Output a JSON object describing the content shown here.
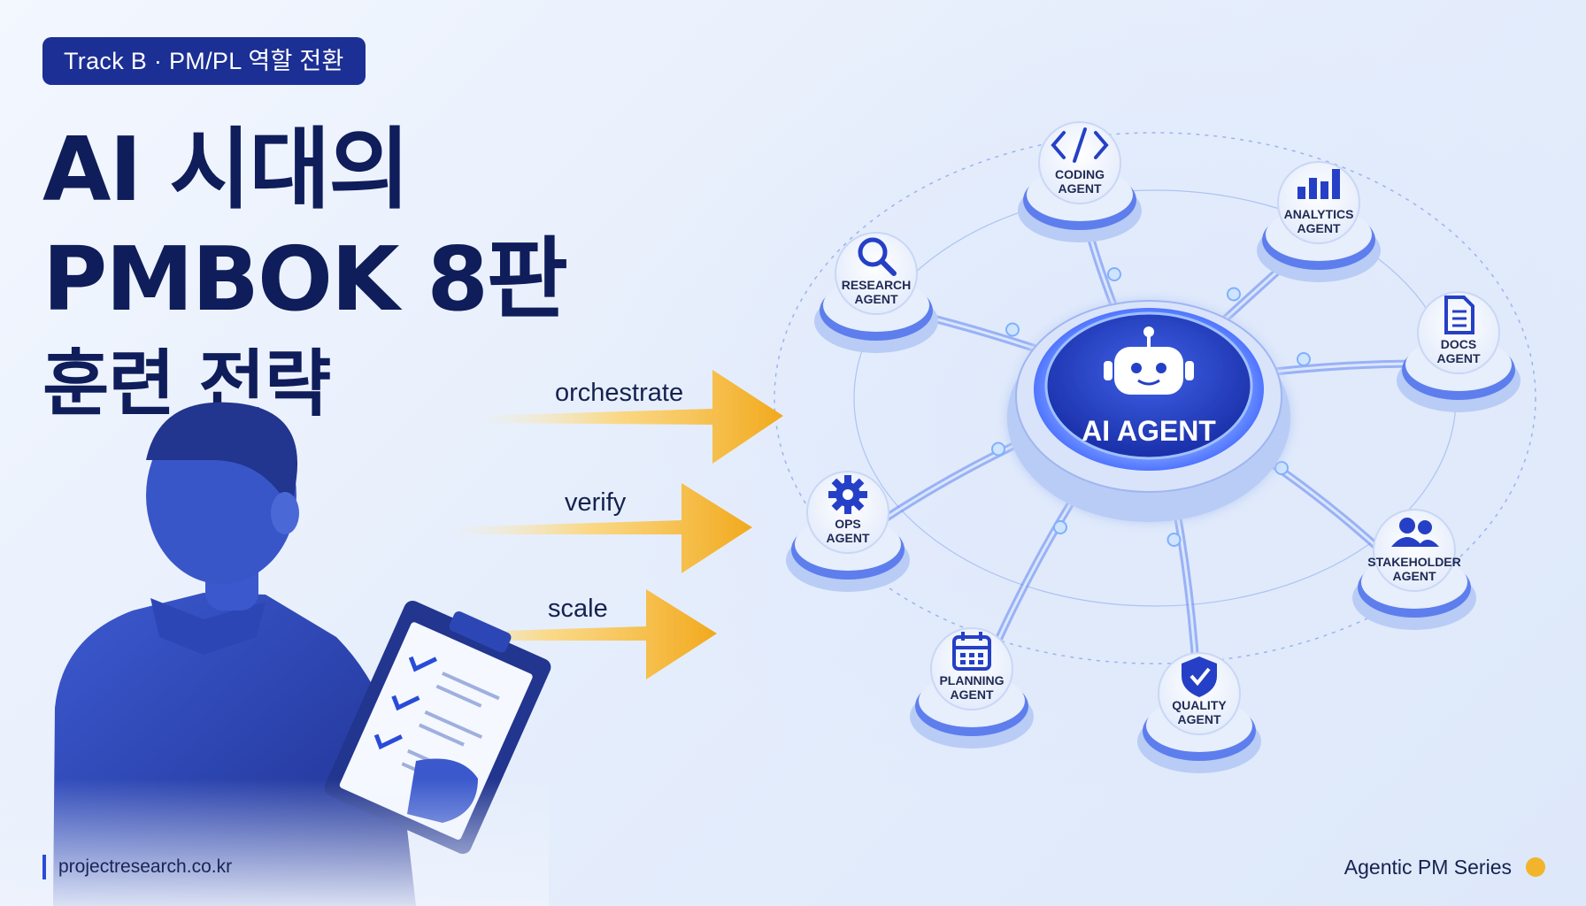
{
  "badge": "Track B · PM/PL 역할 전환",
  "title": {
    "line1": "AI 시대의",
    "line2": "PMBOK 8판",
    "line3": "훈련 전략"
  },
  "flow": {
    "verbs": [
      "orchestrate",
      "verify",
      "scale"
    ]
  },
  "hub": {
    "label": "AI AGENT",
    "icon": "robot-icon"
  },
  "agents": [
    {
      "line1": "CODING",
      "line2": "AGENT",
      "icon": "code-icon"
    },
    {
      "line1": "ANALYTICS",
      "line2": "AGENT",
      "icon": "bar-chart-icon"
    },
    {
      "line1": "RESEARCH",
      "line2": "AGENT",
      "icon": "search-icon"
    },
    {
      "line1": "DOCS",
      "line2": "AGENT",
      "icon": "document-icon"
    },
    {
      "line1": "OPS",
      "line2": "AGENT",
      "icon": "gear-icon"
    },
    {
      "line1": "STAKEHOLDER",
      "line2": "AGENT",
      "icon": "people-icon"
    },
    {
      "line1": "PLANNING",
      "line2": "AGENT",
      "icon": "calendar-icon"
    },
    {
      "line1": "QUALITY",
      "line2": "AGENT",
      "icon": "shield-check-icon"
    }
  ],
  "footer": {
    "site": "projectresearch.co.kr",
    "series": "Agentic PM Series"
  },
  "colors": {
    "navy": "#1c2f95",
    "title": "#0f1d5a",
    "accent": "#2a4bd8",
    "arrow": "#f2b42a"
  }
}
